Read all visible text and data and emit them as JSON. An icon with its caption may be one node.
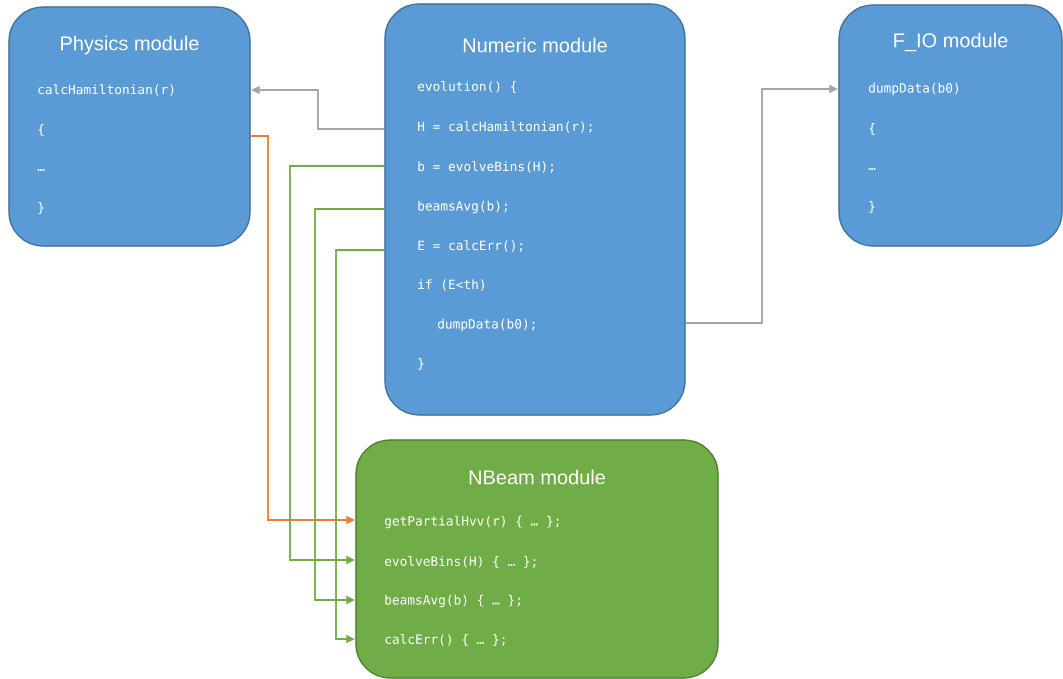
{
  "diagram": {
    "nodes": [
      {
        "text": [
          "Physics module",
          "calcHamiltonian(r)",
          "{",
          "…",
          "}"
        ]
      },
      {
        "text": [
          "Numeric module",
          "evolution() {",
          "H = calcHamiltonian(r);",
          "b = evolveBins(H);",
          "beamsAvg(b);",
          "E = calcErr();",
          "if (E<th)",
          "dumpData(b0);",
          "}"
        ]
      },
      {
        "text": [
          "F_IO module",
          "dumpData(b0)",
          "{",
          "…",
          "}"
        ]
      },
      {
        "text": [
          "NBeam module",
          "getPartialHvv(r) { … };",
          "evolveBins(H) { … };",
          "beamsAvg(b) { … };",
          "calcErr() { … };"
        ]
      }
    ],
    "edges": [
      {
        "from": 1,
        "to": 0,
        "arrow": "to",
        "color": "#a5a5a5"
      },
      {
        "from": 1,
        "to": 2,
        "arrow": "to",
        "color": "#a5a5a5"
      },
      {
        "from": 0,
        "to": 3,
        "arrow": "to",
        "color": "#ed7d31"
      },
      {
        "from": 1,
        "to": 3,
        "arrow": "to"
      },
      {
        "from": 1,
        "to": 3,
        "arrow": "to"
      },
      {
        "from": 1,
        "to": 3,
        "arrow": "to"
      }
    ]
  }
}
